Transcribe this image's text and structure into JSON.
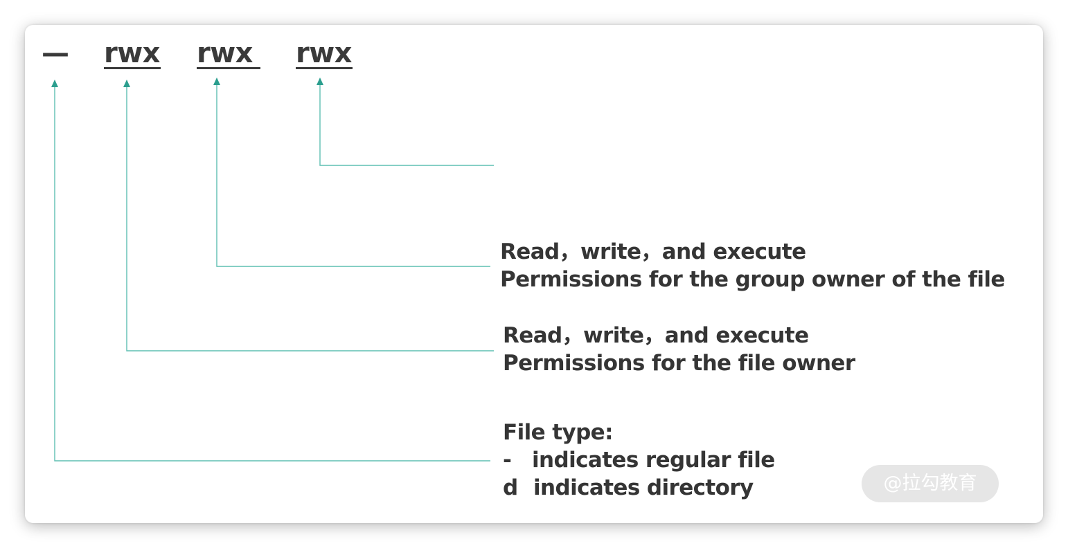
{
  "header": {
    "type_symbol": "—",
    "owner_perms": "rwx",
    "group_perms": "rwx",
    "other_perms": "rwx"
  },
  "annotations": {
    "group": {
      "line1": "Read，write，and execute",
      "line2": "Permissions for the group owner of the file"
    },
    "owner": {
      "line1": "Read，write，and execute",
      "line2": "Permissions for the file owner"
    },
    "filetype": {
      "line1": "File type:",
      "line2_symbol": "-",
      "line2_text": "indicates regular file",
      "line3_symbol": "d",
      "line3_text": "indicates directory"
    }
  },
  "watermark": "@拉勾教育",
  "colors": {
    "connector": "#2b9e8e",
    "text": "#353535",
    "watermark_bg": "#e6e6e6"
  }
}
